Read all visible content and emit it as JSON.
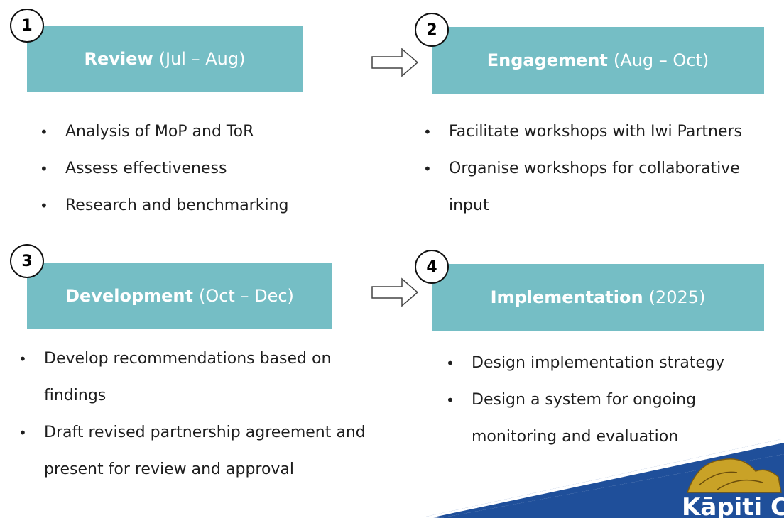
{
  "phases": [
    {
      "number": "1",
      "title": "Review",
      "period": "(Jul – Aug)",
      "bullets": [
        "Analysis of MoP and ToR",
        "Assess effectiveness",
        "Research and benchmarking"
      ]
    },
    {
      "number": "2",
      "title": "Engagement",
      "period": "(Aug – Oct)",
      "bullets": [
        "Facilitate workshops with Iwi Partners",
        "Organise workshops for collaborative input"
      ]
    },
    {
      "number": "3",
      "title": "Development",
      "period": "(Oct – Dec)",
      "bullets": [
        "Develop recommendations based on findings",
        "Draft revised partnership agreement and present for review and approval"
      ]
    },
    {
      "number": "4",
      "title": "Implementation",
      "period": "(2025)",
      "bullets": [
        "Design implementation strategy",
        "Design a system for ongoing monitoring and evaluation"
      ]
    }
  ],
  "logo": {
    "text": "Kāpiti C"
  },
  "colors": {
    "box": "#75bec5",
    "logo_blue": "#1f4f9a",
    "logo_gold": "#c9a227"
  }
}
